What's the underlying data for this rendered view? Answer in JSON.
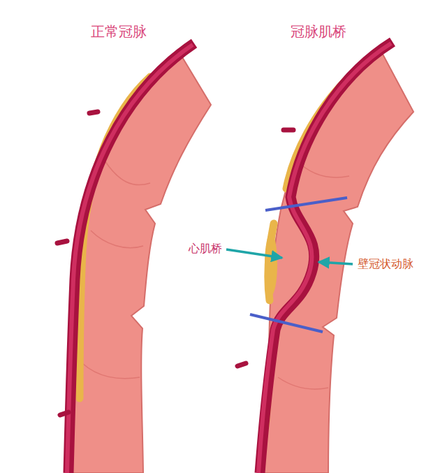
{
  "diagram": {
    "labels": [
      "正常冠脉",
      "冠脉肌桥",
      "心肌桥",
      "壁冠状动脉"
    ]
  }
}
